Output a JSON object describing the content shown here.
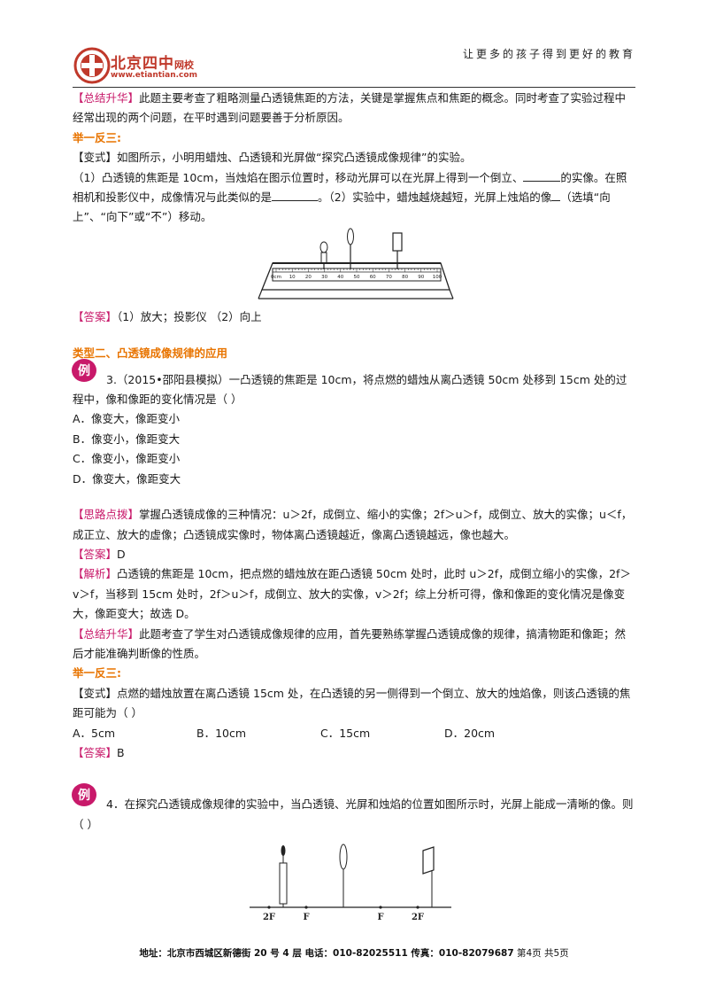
{
  "header": {
    "logo_name": "北京四中",
    "logo_suffix": "网校",
    "logo_url": "www.etiantian.com",
    "slogan": "让更多的孩子得到更好的教育"
  },
  "block1": {
    "summary_tag": "【总结升华】",
    "summary_text": "此题主要考查了粗略测量凸透镜焦距的方法，关键是掌握焦点和焦距的概念。同时考查了实验过程中经常出现的两个问题，在平时遇到问题要善于分析原因。",
    "juyi": "举一反三:",
    "variant_tag": "【变式】",
    "variant_text": "如图所示，小明用蜡烛、凸透镜和光屏做“探究凸透镜成像规律”的实验。",
    "q1a": "（1）凸透镜的焦距是 10cm，当烛焰在图示位置时，移动光屏可以在光屏上得到一个倒立、",
    "q1b": "的实像。",
    "q1c": "在照相机和投影仪中，成像情况与此类似的是",
    "q1d": "。（2）实验中，蜡烛越烧越短，光屏上烛焰的像",
    "q1e": "（选填“向上”、“向下”或“不”）移动。",
    "ruler_labels": [
      "0cm",
      "10",
      "20",
      "30",
      "40",
      "50",
      "60",
      "70",
      "80",
      "90",
      "100"
    ],
    "answer_tag": "【答案】",
    "answer_text": "（1）放大；投影仪  （2）向上"
  },
  "section2": {
    "title": "类型二、凸透镜成像规律的应用",
    "badge": "例",
    "q3": "3.（2015•邵阳县模拟）一凸透镜的焦距是 10cm，将点燃的蜡烛从离凸透镜 50cm 处移到 15cm 处的过程中，像和像距的变化情况是（    ）",
    "options": [
      "A．像变大，像距变小",
      "B．像变小，像距变大",
      "C．像变小，像距变小",
      "D．像变大，像距变大"
    ],
    "hint_tag": "【思路点拨】",
    "hint_text": "掌握凸透镜成像的三种情况：u＞2f，成倒立、缩小的实像；2f＞u＞f，成倒立、放大的实像；u＜f，成正立、放大的虚像；凸透镜成实像时，物体离凸透镜越近，像离凸透镜越远，像也越大。",
    "answer_tag": "【答案】",
    "answer_text": "D",
    "analysis_tag": "【解析】",
    "analysis_text": "凸透镜的焦距是 10cm，把点燃的蜡烛放在距凸透镜 50cm 处时，此时 u＞2f，成倒立缩小的实像，2f＞v＞f，当移到 15cm 处时，2f＞u＞f，成倒立、放大的实像，v＞2f；综上分析可得，像和像距的变化情况是像变大，像距变大；故选 D。",
    "summary_tag": "【总结升华】",
    "summary_text": "此题考查了学生对凸透镜成像规律的应用，首先要熟练掌握凸透镜成像的规律，搞清物距和像距；然后才能准确判断像的性质。",
    "juyi": "举一反三:",
    "variant_tag": "【变式】",
    "variant_text": "点燃的蜡烛放置在离凸透镜 15cm 处，在凸透镜的另一侧得到一个倒立、放大的烛焰像，则该凸透镜的焦距可能为（    ）",
    "v_options": [
      "A．5cm",
      "B．10cm",
      "C．15cm",
      "D．20cm"
    ],
    "v_answer_tag": "【答案】",
    "v_answer_text": "B"
  },
  "q4": {
    "badge": "例",
    "text": "4．在探究凸透镜成像规律的实验中，当凸透镜、光屏和烛焰的位置如图所示时，光屏上能成一清晰的像。则（    ）",
    "labels": [
      "2F",
      "F",
      "F",
      "2F"
    ]
  },
  "footer": {
    "address": "地址：北京市西城区新德街 20 号 4 层  电话：010-82025511  传真：010-82079687",
    "page": "第4页  共5页"
  }
}
